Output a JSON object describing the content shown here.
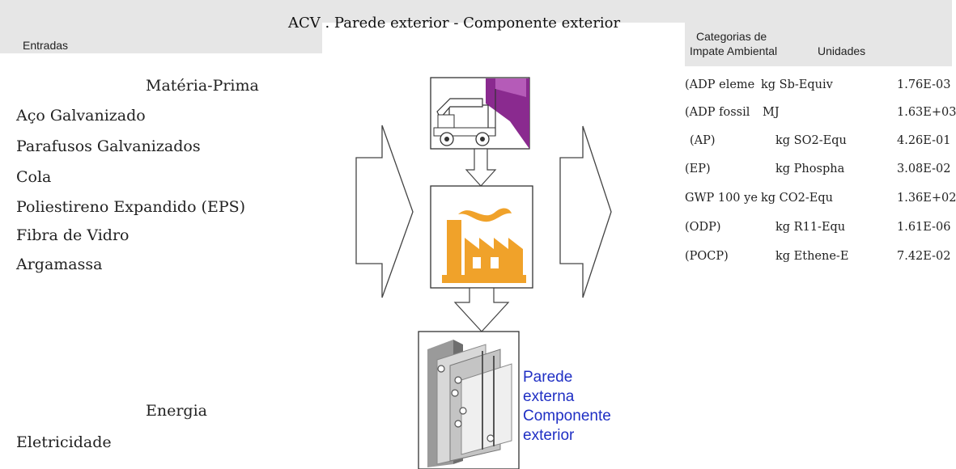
{
  "header": {
    "title": "ACV . Parede exterior - Componente exterior",
    "inputs_label": "Entradas",
    "impact_categories_line1": "Categorias de",
    "impact_categories_line2": "Impate Ambiental",
    "units_label": "Unidades"
  },
  "inputs": {
    "raw_material_heading": "Matéria-Prima",
    "raw_materials": [
      "Aço Galvanizado",
      "Parafusos Galvanizados",
      "Cola",
      "Poliestireno Expandido (EPS)",
      "Fibra de Vidro",
      "Argamassa"
    ],
    "energy_heading": "Energia",
    "energy_items": [
      "Eletricidade"
    ]
  },
  "impacts": [
    {
      "category": "(ADP eleme",
      "unit": "kg Sb-Equiv",
      "value": "1.76E-03"
    },
    {
      "category": " (ADP fossil",
      "unit": "MJ",
      "value": "1.63E+03"
    },
    {
      "category": " (AP)",
      "unit": "kg SO2-Equ",
      "value": "4.26E-01"
    },
    {
      "category": "(EP)",
      "unit": "kg Phospha",
      "value": "3.08E-02"
    },
    {
      "category": "GWP 100 ye",
      "unit": "kg CO2-Equ",
      "value": "1.36E+02"
    },
    {
      "category": "(ODP)",
      "unit": "kg R11-Equ",
      "value": "1.61E-06"
    },
    {
      "category": "(POCP)",
      "unit": "kg Ethene-E",
      "value": "7.42E-02"
    }
  ],
  "output": {
    "label_lines": [
      "Parede",
      "externa",
      "Componente",
      "exterior"
    ]
  },
  "icons": [
    "truck-icon",
    "factory-icon",
    "wall-panel-icon",
    "arrow-right-icon",
    "arrow-down-icon"
  ],
  "colors": {
    "header_band": "#e6e6e6",
    "factory_orange": "#f0a22a",
    "truck_purple": "#8a2a8f",
    "output_label_blue": "#1f2fc4"
  }
}
